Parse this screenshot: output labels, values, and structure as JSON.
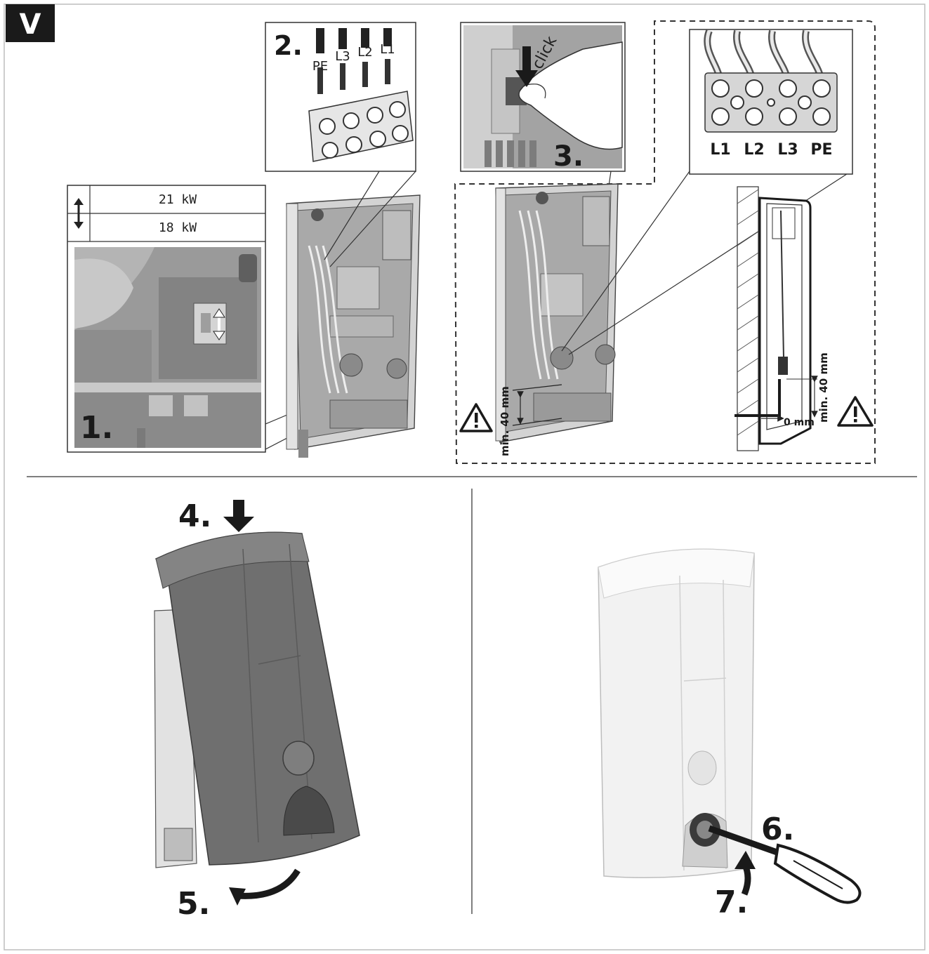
{
  "section_letter": "V",
  "power_table": {
    "row_top": "21 kW",
    "row_bottom": "18 kW"
  },
  "steps": {
    "s1": "1.",
    "s2": "2.",
    "s3": "3.",
    "s4": "4.",
    "s5": "5.",
    "s6": "6.",
    "s7": "7."
  },
  "wires_top": {
    "pe": "PE",
    "l3": "L3",
    "l2": "L2",
    "l1": "L1"
  },
  "click_text": "click",
  "terminal_labels": {
    "l1": "L1",
    "l2": "L2",
    "l3": "L3",
    "pe": "PE"
  },
  "dimensions": {
    "min_left": "min. 40 mm",
    "min_right": "min. 40 mm",
    "zero": "0 mm"
  },
  "colors": {
    "ink": "#1a1a1a",
    "cover_dark": "#6f6f6f",
    "cover_light": "#f2f2f2",
    "panel_gray": "#9a9a9a"
  }
}
